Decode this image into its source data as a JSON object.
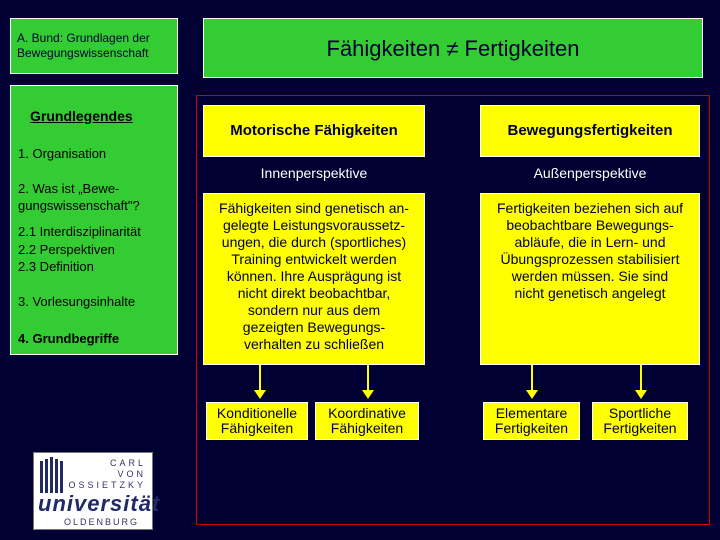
{
  "header": {
    "line1": "A. Bund: Grundlagen der",
    "line2": "Bewegungswissenschaft"
  },
  "title": "Fähigkeiten ≠ Fertigkeiten",
  "sidebar": {
    "title": "Grundlegendes",
    "items": [
      "1. Organisation",
      "2. Was ist „Bewe-",
      "gungswissenschaft\"?",
      "2.1 Interdisziplinarität",
      "2.2 Perspektiven",
      "2.3 Definition",
      "3. Vorlesungsinhalte",
      "4. Grundbegriffe"
    ]
  },
  "logo": {
    "line1": "CARL",
    "line2": "VON",
    "line3": "OSSIETZKY",
    "main": "universität",
    "city": "OLDENBURG"
  },
  "left_col": {
    "header": "Motorische Fähigkeiten",
    "perspective": "Innenperspektive",
    "text": [
      "Fähigkeiten sind genetisch an-",
      "gelegte Leistungsvoraussetz-",
      "ungen, die durch (sportliches)",
      "Training entwickelt werden",
      "können. Ihre Ausprägung ist",
      "nicht direkt beobachtbar,",
      "sondern nur aus dem",
      "gezeigten Bewegungs-",
      "verhalten zu schließen"
    ],
    "sub1": [
      "Konditionelle",
      "Fähigkeiten"
    ],
    "sub2": [
      "Koordinative",
      "Fähigkeiten"
    ]
  },
  "right_col": {
    "header": "Bewegungsfertigkeiten",
    "perspective": "Außenperspektive",
    "text": [
      "Fertigkeiten beziehen sich auf",
      "beobachtbare Bewegungs-",
      "abläufe, die in Lern- und",
      "Übungsprozessen stabilisiert",
      "werden müssen. Sie sind",
      "nicht genetisch angelegt"
    ],
    "sub1": [
      "Elementare",
      "Fertigkeiten"
    ],
    "sub2": [
      "Sportliche",
      "Fertigkeiten"
    ]
  },
  "colors": {
    "background": "#000033",
    "green": "#33cc33",
    "yellow": "#ffff00",
    "frame_red": "#cc0000"
  }
}
